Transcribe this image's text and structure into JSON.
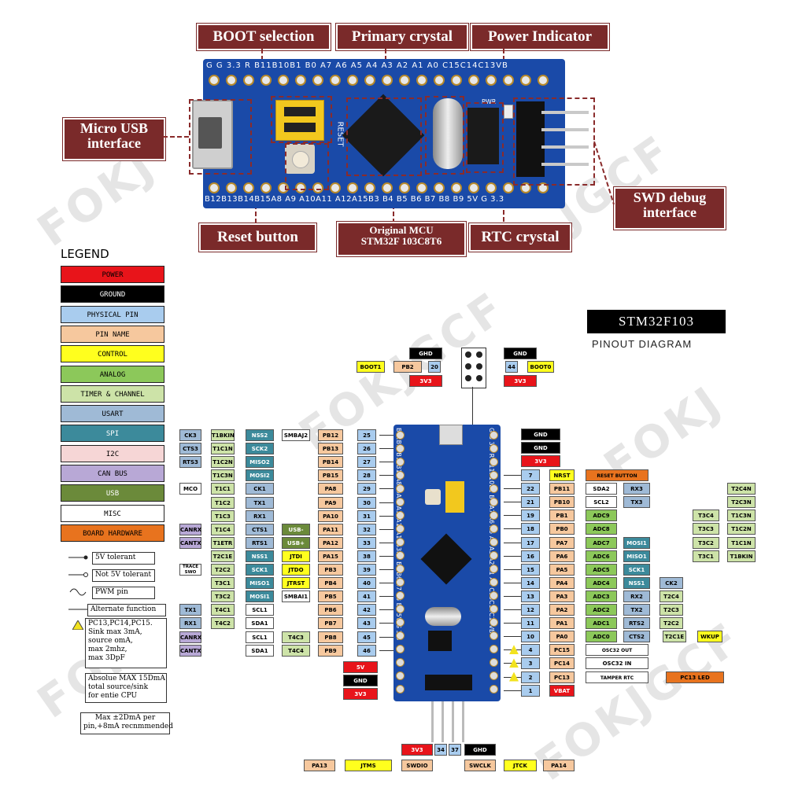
{
  "colors": {
    "callout": "#7a2a2a",
    "pcb": "#1a4aa8",
    "power": "#e8141a",
    "ground": "#000000",
    "physical": "#a9ccee",
    "pin_name": "#f6c89e",
    "control": "#ffff1e",
    "analog": "#8cc85a",
    "timer": "#cde3a8",
    "usart": "#9fbad6",
    "spi": "#3c8a9b",
    "i2c": "#f6d6d6",
    "can": "#b8a8d6",
    "usb": "#6b8a3a",
    "misc": "#ffffff",
    "board": "#e8731e"
  },
  "photo": {
    "callouts": {
      "boot": "BOOT selection",
      "crystal": "Primary crystal",
      "power": "Power Indicator",
      "usb_line1": "Micro USB",
      "usb_line2": "interface",
      "swd_line1": "SWD debug",
      "swd_line2": "interface",
      "reset": "Reset button",
      "mcu_line1": "Original MCU",
      "mcu_line2": "STM32F 103C8T6",
      "rtc": "RTC crystal"
    },
    "top_silk": "G  G 3.3 R  B11B10B1  B0 A7 A6 A5 A4 A3 A2 A1 A0 C15C14C13VB",
    "bottom_silk": "B12B13B14B15A8 A9 A10A11 A12A15B3 B4  B5  B6 B7 B8 B9  5V  G  3.3",
    "reset_silk": "RESET",
    "pwr_silk": "PWR"
  },
  "legend": {
    "title": "LEGEND",
    "items": [
      "POWER",
      "GROUND",
      "PHYSICAL PIN",
      "PIN NAME",
      "CONTROL",
      "ANALOG",
      "TIMER & CHANNEL",
      "USART",
      "SPI",
      "I2C",
      "CAN BUS",
      "USB",
      "MISC",
      "BOARD HARDWARE"
    ],
    "notes": {
      "tolerant": "5V tolerant",
      "not_tolerant": "Not 5V tolerant",
      "pwm": "PWM pin",
      "alternate": "Alternate function",
      "pc13": "PC13,PC14,PC15.\nSink max 3mA,\nsource omA,\nmax 2mhz,\nmax 3DpF",
      "absolute": "Absolue MAX 15DmA\ntotal source/sink\nfor entie CPU",
      "max": "Max ±2DmA per\npin,+8mA recnmmended"
    }
  },
  "diagram": {
    "title": "STM32F103",
    "subtitle": "PINOUT DIAGRAM",
    "boot_top": {
      "left_gnd": "GHD",
      "right_gnd": "GND",
      "boot1": "BOOT1",
      "pb2": "PB2",
      "n20": "20",
      "n44": "44",
      "boot0": "BOOT0",
      "left_3v3": "3V3",
      "right_3v3": "3V3"
    },
    "left_rows": [
      [
        "CK3",
        "T1BKIN",
        "NSS2",
        "SMBAJ2",
        "PB12",
        "25"
      ],
      [
        "CTS3",
        "T1C1N",
        "SCK2",
        "",
        "PB13",
        "26"
      ],
      [
        "RTS3",
        "T1C2N",
        "MISO2",
        "",
        "PB14",
        "27"
      ],
      [
        "",
        "T1C3N",
        "MOSI2",
        "",
        "PB15",
        "28"
      ],
      [
        "MCO",
        "T1C1",
        "CK1",
        "",
        "PA8",
        "29"
      ],
      [
        "",
        "T1C2",
        "TX1",
        "",
        "PA9",
        "30"
      ],
      [
        "",
        "T1C3",
        "RX1",
        "",
        "PA10",
        "31"
      ],
      [
        "CANRX",
        "T1C4",
        "CTS1",
        "USB-",
        "PA11",
        "32"
      ],
      [
        "CANTX",
        "T1ETR",
        "RTS1",
        "USB+",
        "PA12",
        "33"
      ],
      [
        "",
        "T2C1E",
        "NSS1",
        "JTDI",
        "PA15",
        "38"
      ],
      [
        "TRACE SWO",
        "T2C2",
        "SCK1",
        "JTDO",
        "PB3",
        "39"
      ],
      [
        "",
        "T3C1",
        "MISO1",
        "JTRST",
        "PB4",
        "40"
      ],
      [
        "",
        "T3C2",
        "MOSI1",
        "SMBAI1",
        "PB5",
        "41"
      ],
      [
        "TX1",
        "T4C1",
        "SCL1",
        "",
        "PB6",
        "42"
      ],
      [
        "RX1",
        "T4C2",
        "SDA1",
        "",
        "PB7",
        "43"
      ],
      [
        "CANRX",
        "",
        "SCL1",
        "T4C3",
        "PB8",
        "45"
      ],
      [
        "CANTX",
        "",
        "SDA1",
        "T4C4",
        "PB9",
        "46"
      ]
    ],
    "left_power": [
      "5V",
      "GND",
      "3V3"
    ],
    "right_power": [
      "GND",
      "GND",
      "3V3"
    ],
    "right_rows": [
      [
        "7",
        "NRST",
        "RESET BUTTON",
        "",
        "",
        "",
        ""
      ],
      [
        "22",
        "PB11",
        "SDA2",
        "RX3",
        "",
        "",
        "T2C4N"
      ],
      [
        "21",
        "PB10",
        "SCL2",
        "TX3",
        "",
        "",
        "T2C3N"
      ],
      [
        "19",
        "PB1",
        "ADC9",
        "",
        "",
        "T3C4",
        "T1C3N"
      ],
      [
        "18",
        "PB0",
        "ADC8",
        "",
        "",
        "T3C3",
        "T1C2N"
      ],
      [
        "17",
        "PA7",
        "ADC7",
        "MOSI1",
        "",
        "T3C2",
        "T1C1N"
      ],
      [
        "16",
        "PA6",
        "ADC6",
        "MISO1",
        "",
        "T3C1",
        "T1BKIN"
      ],
      [
        "15",
        "PA5",
        "ADC5",
        "SCK1",
        "",
        "",
        ""
      ],
      [
        "14",
        "PA4",
        "ADC4",
        "NSS1",
        "CK2",
        "",
        ""
      ],
      [
        "13",
        "PA3",
        "ADC3",
        "RX2",
        "T2C4",
        "",
        ""
      ],
      [
        "12",
        "PA2",
        "ADC2",
        "TX2",
        "T2C3",
        "",
        ""
      ],
      [
        "11",
        "PA1",
        "ADC1",
        "RTS2",
        "T2C2",
        "",
        ""
      ],
      [
        "10",
        "PA0",
        "ADC0",
        "CTS2",
        "T2C1E",
        "WKUP",
        ""
      ],
      [
        "4",
        "PC15",
        "OSC32 OUT",
        "",
        "",
        "",
        ""
      ],
      [
        "3",
        "PC14",
        "OSC32 IN",
        "",
        "",
        "",
        ""
      ],
      [
        "2",
        "PC13",
        "TAMPER RTC",
        "PC13 LED",
        "",
        "",
        ""
      ],
      [
        "1",
        "VBAT",
        "",
        "",
        "",
        "",
        ""
      ]
    ],
    "swd": {
      "v33": "3V3",
      "n34": "34",
      "n37": "37",
      "gnd": "GHD",
      "pa13": "PA13",
      "jtms": "JTMS",
      "swdio": "SWDIO",
      "swclk": "SWCLK",
      "jtck": "JTCK",
      "pa14": "PA14"
    },
    "board_top_silk": "G G 3.3 R B11B10B1 B0 A7 A6 A5 A4 A3 A2 A1 A0 C15C14C13VB",
    "board_bot_silk": "B12B13B14B15A8A9A10A11A12A15B3B4 B5 B6 B7 B8 B9 5V G 3.3"
  }
}
